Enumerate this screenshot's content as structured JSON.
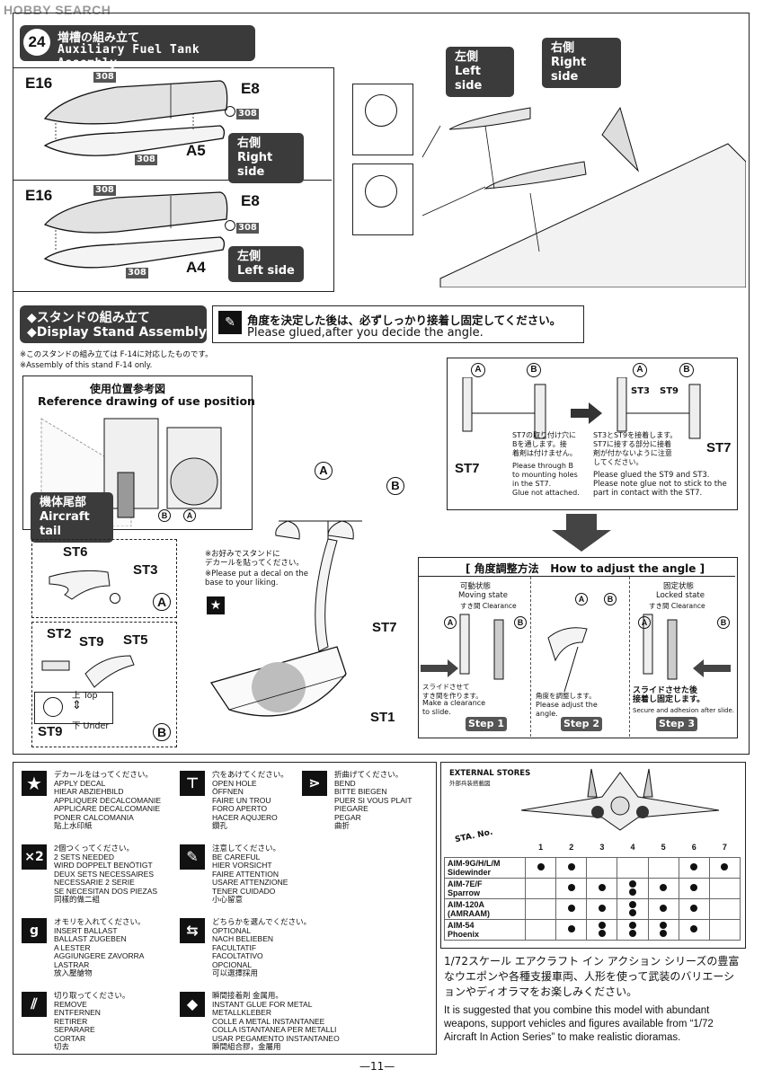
{
  "watermark": "HOBBY SEARCH",
  "step24": {
    "number": "24",
    "title_jp": "増槽の組み立て",
    "title_en": "Auxiliary Fuel Tank Assembly",
    "upper": {
      "part_top": "E16",
      "part_cap": "E8",
      "part_bottom": "A5",
      "code": "308",
      "side_jp": "右側",
      "side_en": "Right side"
    },
    "lower": {
      "part_top": "E16",
      "part_cap": "E8",
      "part_bottom": "A4",
      "code": "308",
      "side_jp": "左側",
      "side_en": "Left side"
    },
    "callout_left_jp": "左側",
    "callout_left_en": "Left side",
    "callout_right_jp": "右側",
    "callout_right_en": "Right side"
  },
  "stand": {
    "title_jp": "◆スタンドの組み立て",
    "title_en": "◆Display Stand Assembly",
    "notice_jp": "角度を決定した後は、必ずしっかり接着し固定してください。",
    "notice_en": "Please glued,after you decide the angle.",
    "note_jp": "※このスタンドの組み立ては F-14に対応したものです。",
    "note_en": "※Assembly of this stand F-14 only.",
    "ref_jp": "使用位置参考図",
    "ref_en": "Reference drawing of use position",
    "tail_jp": "機体尾部",
    "tail_en": "Aircraft tail",
    "circle_a": "A",
    "circle_b": "B",
    "st6": "ST6",
    "st3": "ST3",
    "st2": "ST2",
    "st9": "ST9",
    "st5": "ST5",
    "st7": "ST7",
    "st1": "ST1",
    "top_jp": "上",
    "top_en": "Top",
    "under_jp": "下",
    "under_en": "Under",
    "decal_jp": "※お好みでスタンドに\nデカールを貼ってください。",
    "decal_en": "※Please put a decal on the\nbase to your liking.",
    "detail_left_jp": "ST7の取り付け穴に\nBを通します。接\n着剤は付けません。",
    "detail_left_en": "Please through B\nto mounting holes\nin the ST7.\nGlue not attached.",
    "detail_right_jp": "ST3とST9を接着します。\nST7に接する部分に接着\n剤が付かないように注意\nしてください。",
    "detail_right_en": "Please glued the ST9 and ST3.\nPlease note glue not to stick to the\npart in contact with the ST7.",
    "angle_title_jp": "[ 角度調整方法",
    "angle_title_en": "How to adjust the angle ]",
    "moving_jp": "可動状態",
    "moving_en": "Moving state",
    "locked_jp": "固定状態",
    "locked_en": "Locked state",
    "clearance_jp": "すき間",
    "clearance_en": "Clearance",
    "step1_text_jp": "スライドさせて\nすき間を作ります。",
    "step1_text_en": "Make a clearance\nto slide.",
    "step2_text_jp": "角度を調整します。",
    "step2_text_en": "Please adjust the\nangle.",
    "step3_text_jp": "スライドさせた後\n接着し固定します。",
    "step3_text_en": "Secure and adhesion after slide.",
    "step1": "Step 1",
    "step2": "Step 2",
    "step3": "Step 3"
  },
  "legend": [
    {
      "icon": "star",
      "text": "デカールをはってください。\nAPPLY DECAL\nHIEAR ABZIEHBILD\nAPPLIQUER DECALCOMANIE\nAPPLICARE DECALCOMANIE\nPONER CALCOMANIA\n貼上水印紙"
    },
    {
      "icon": "x2",
      "text": "2個つくってください。\n2 SETS NEEDED\nWIRD DOPPELT BENÖTIGT\nDEUX SETS NECESSAIRES\nNECESSARIE 2 SERIE\nSE NECESITAN DOS PIEZAS\n同樣的做二組"
    },
    {
      "icon": "weight",
      "text": "オモリを入れてください。\nINSERT BALLAST\nBALLAST ZUGEBEN\nA LESTER\nAGGIUNGERE ZAVORRA\nLASTRAR\n放入壓艙物"
    },
    {
      "icon": "remove",
      "text": "切り取ってください。\nREMOVE\nENTFERNEN\nRETIRER\nSEPARARE\nCORTAR\n切去"
    },
    {
      "icon": "drill",
      "text": "穴をあけてください。\nOPEN HOLE\nÖFFNEN\nFAIRE UN TROU\nFORO APERTO\nHACER AQUJERO\n鑽孔"
    },
    {
      "icon": "careful",
      "text": "注意してください。\nBE CAREFUL\nHIER VORSICHT\nFAIRE ATTENTION\nUSARE ATTENZIONE\nTENER CUIDADO\n小心留意"
    },
    {
      "icon": "optional",
      "text": "どちらかを選んでください。\nOPTIONAL\nNACH BELIEBEN\nFACULTATIF\nFACOLTATIVO\nOPCIONAL\n可以選擇採用"
    },
    {
      "icon": "glue",
      "text": "瞬間接着剤 金属用。\nINSTANT GLUE FOR METAL\nMETALLKLEBER\nCOLLE A METAL INSTANTANEE\nCOLLA ISTANTANEA PER METALLI\nUSAR PEGAMENTO INSTANTANEO\n瞬間組合膠，金屬用"
    },
    {
      "icon": "bend",
      "text": "折曲げてください。\nBEND\nBITTE BIEGEN\nPUER SI VOUS PLAIT\nPIEGARE\nPEGAR\n曲折"
    }
  ],
  "external_stores": {
    "title_en": "EXTERNAL STORES",
    "title_jp": "外部兵装搭載図",
    "sta_header": "STA. No.",
    "stations": [
      "1",
      "2",
      "3",
      "4",
      "5",
      "6",
      "7"
    ],
    "rows": [
      {
        "name": "AIM-9G/H/L/M\nSidewinder",
        "marks": [
          "1",
          "1",
          "0",
          "0",
          "0",
          "1",
          "1"
        ]
      },
      {
        "name": "AIM-7E/F\nSparrow",
        "marks": [
          "0",
          "1",
          "1",
          "2",
          "1",
          "1",
          "0"
        ]
      },
      {
        "name": "AIM-120A\n(AMRAAM)",
        "marks": [
          "0",
          "1",
          "1",
          "2",
          "1",
          "1",
          "0"
        ]
      },
      {
        "name": "AIM-54\nPhoenix",
        "marks": [
          "0",
          "1",
          "2",
          "2",
          "2",
          "1",
          "0"
        ]
      }
    ]
  },
  "promo_jp": "1/72スケール エアクラフト イン アクション シリーズの豊富なウエポンや各種支援車両、人形を使って武装のバリエーションやディオラマをお楽しみください。",
  "promo_en": "It is suggested that you combine this model with abundant weapons, support vehicles and figures available from “1/72 Aircraft In Action Series” to make realistic dioramas.",
  "page_number": "—11—",
  "colors": {
    "dark_tag": "#3b3b3b",
    "grey_fill": "#bdbdbd",
    "line": "#222222"
  }
}
